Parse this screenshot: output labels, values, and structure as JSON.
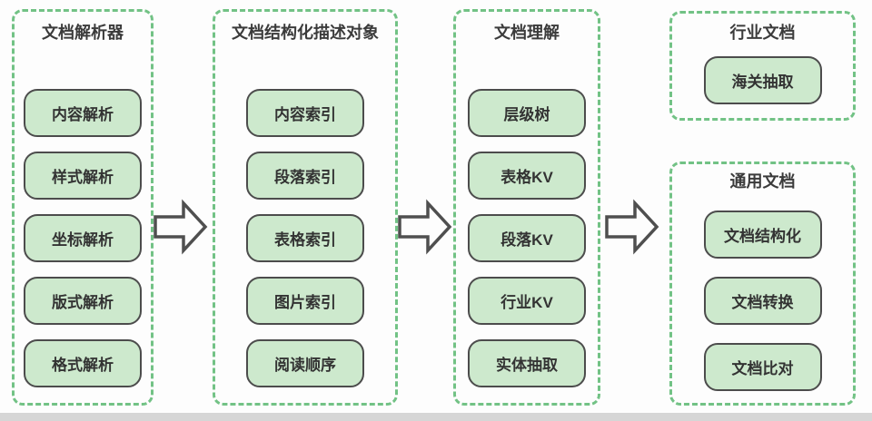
{
  "diagram": {
    "panels": [
      {
        "title": "文档解析器",
        "items": [
          "内容解析",
          "样式解析",
          "坐标解析",
          "版式解析",
          "格式解析"
        ]
      },
      {
        "title": "文档结构化描述对象",
        "items": [
          "内容索引",
          "段落索引",
          "表格索引",
          "图片索引",
          "阅读顺序"
        ]
      },
      {
        "title": "文档理解",
        "items": [
          "层级树",
          "表格KV",
          "段落KV",
          "行业KV",
          "实体抽取"
        ]
      },
      {
        "title": "行业文档",
        "items": [
          "海关抽取"
        ]
      },
      {
        "title": "通用文档",
        "items": [
          "文档结构化",
          "文档转换",
          "文档比对"
        ]
      }
    ],
    "arrows": [
      "right-block-arrow",
      "right-block-arrow",
      "right-block-arrow"
    ],
    "colors": {
      "panel_dash_green": "#72c285",
      "node_fill_green": "#cde9cd",
      "node_border_gray": "#4c4c4c",
      "arrow_outline_gray": "#4f4f4f",
      "text_dark": "#333333",
      "background": "#fdfdfd",
      "bottom_band_gray": "#d6d6d6"
    }
  }
}
